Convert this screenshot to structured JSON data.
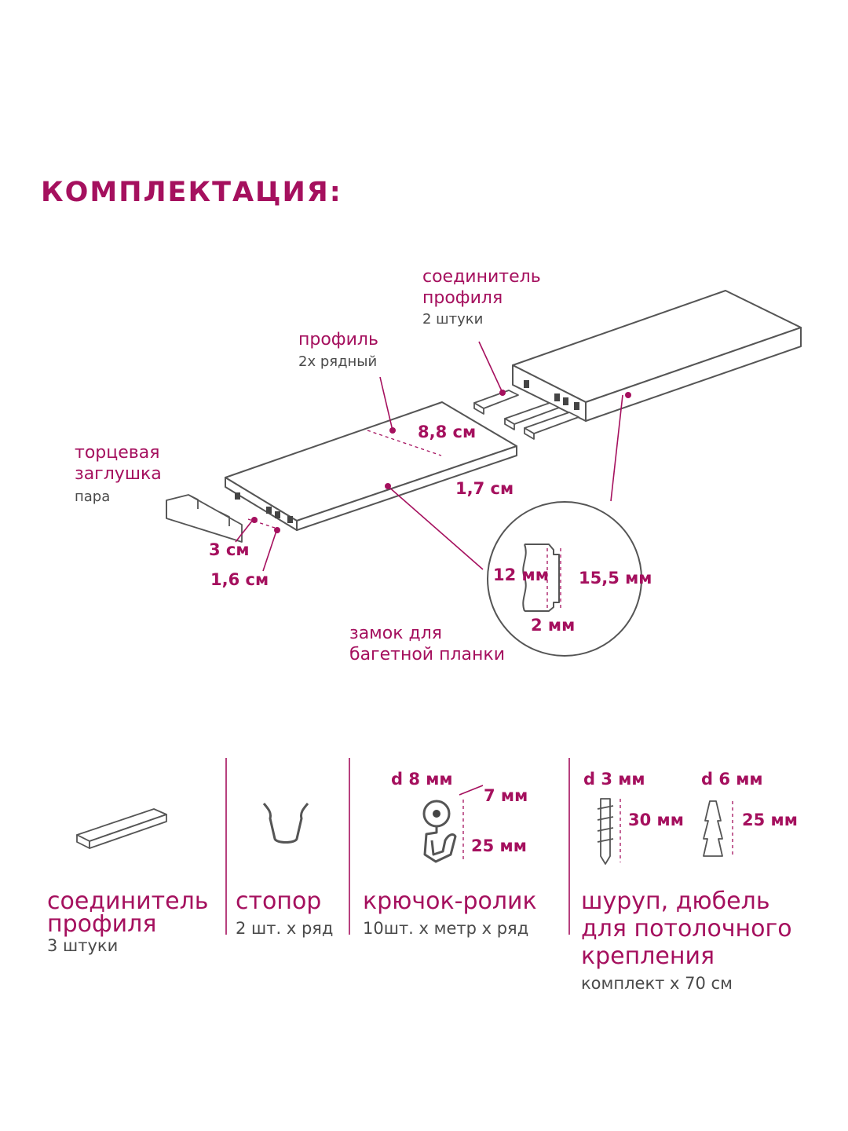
{
  "title": "КОМПЛЕКТАЦИЯ:",
  "diagram": {
    "connector": {
      "line1": "соединитель",
      "line2": "профиля",
      "sub": "2 штуки"
    },
    "profile": {
      "label": "профиль",
      "sub": "2х рядный"
    },
    "endcap": {
      "line1": "торцевая",
      "line2": "заглушка",
      "sub": "пара"
    },
    "dims": {
      "width": "8,8 см",
      "height": "1,7 см",
      "gap": "3 см",
      "groove": "1,6 см",
      "lock_a": "12 мм",
      "lock_b": "15,5 мм",
      "lock_c": "2 мм"
    },
    "lock": {
      "line1": "замок для",
      "line2": "багетной планки"
    }
  },
  "items": [
    {
      "line1": "соединитель",
      "line2": "профиля",
      "sub": "3 штуки"
    },
    {
      "line1": "стопор",
      "sub": "2 шт. х ряд"
    },
    {
      "line1": "крючок-ролик",
      "sub": "10шт. х метр х ряд",
      "d": "d 8 мм",
      "a": "7 мм",
      "b": "25 мм"
    },
    {
      "line1": "шуруп, дюбель",
      "line2": "для потолочного",
      "line3": "крепления",
      "sub": "комплект х 70 см",
      "screw_d": "d 3 мм",
      "screw_len": "30 мм",
      "dowel_d": "d 6 мм",
      "dowel_len": "25 мм"
    }
  ],
  "colors": {
    "accent": "#a5105e",
    "line": "#555555"
  }
}
